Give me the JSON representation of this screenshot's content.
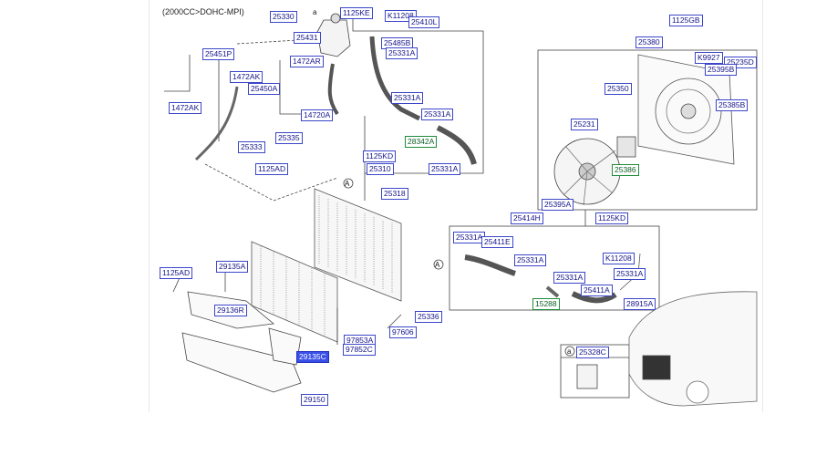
{
  "diagram": {
    "title": "(2000CC>DOHC-MPI)",
    "callout_letter": "A",
    "parts": [
      {
        "id": "p_25330",
        "text": "25330"
      },
      {
        "id": "p_1125KE",
        "text": "1125KE"
      },
      {
        "id": "p_K11208_top",
        "text": "K11208"
      },
      {
        "id": "p_25410L",
        "text": "25410L"
      },
      {
        "id": "p_25431",
        "text": "25431"
      },
      {
        "id": "p_25485B",
        "text": "25485B"
      },
      {
        "id": "p_25331A_1",
        "text": "25331A"
      },
      {
        "id": "p_25451P",
        "text": "25451P"
      },
      {
        "id": "p_1472AK_1",
        "text": "1472AK"
      },
      {
        "id": "p_1472AR",
        "text": "1472AR"
      },
      {
        "id": "p_25450A",
        "text": "25450A"
      },
      {
        "id": "p_1472AK_2",
        "text": "1472AK"
      },
      {
        "id": "p_14720A",
        "text": "14720A"
      },
      {
        "id": "p_25331A_2",
        "text": "25331A"
      },
      {
        "id": "p_25331A_3",
        "text": "25331A"
      },
      {
        "id": "p_28342A",
        "text": "28342A"
      },
      {
        "id": "p_25335",
        "text": "25335"
      },
      {
        "id": "p_25333",
        "text": "25333"
      },
      {
        "id": "p_1125KD_1",
        "text": "1125KD"
      },
      {
        "id": "p_25310",
        "text": "25310"
      },
      {
        "id": "p_25331A_4",
        "text": "25331A"
      },
      {
        "id": "p_1125AD_1",
        "text": "1125AD"
      },
      {
        "id": "p_25318",
        "text": "25318"
      },
      {
        "id": "p_1125GB",
        "text": "1125GB"
      },
      {
        "id": "p_25380",
        "text": "25380"
      },
      {
        "id": "p_K9927",
        "text": "K9927"
      },
      {
        "id": "p_25235D",
        "text": "25235D"
      },
      {
        "id": "p_25395B",
        "text": "25395B"
      },
      {
        "id": "p_25350",
        "text": "25350"
      },
      {
        "id": "p_25385B",
        "text": "25385B"
      },
      {
        "id": "p_25231",
        "text": "25231"
      },
      {
        "id": "p_25386",
        "text": "25386"
      },
      {
        "id": "p_25395A",
        "text": "25395A"
      },
      {
        "id": "p_25414H",
        "text": "25414H"
      },
      {
        "id": "p_1125KD_2",
        "text": "1125KD"
      },
      {
        "id": "p_25331A_5",
        "text": "25331A"
      },
      {
        "id": "p_25411E",
        "text": "25411E"
      },
      {
        "id": "p_25331A_6",
        "text": "25331A"
      },
      {
        "id": "p_K11208_right",
        "text": "K11208"
      },
      {
        "id": "p_25331A_7",
        "text": "25331A"
      },
      {
        "id": "p_25331A_8",
        "text": "25331A"
      },
      {
        "id": "p_15288",
        "text": "15288"
      },
      {
        "id": "p_25411A",
        "text": "25411A"
      },
      {
        "id": "p_28915A",
        "text": "28915A"
      },
      {
        "id": "p_1125AD_2",
        "text": "1125AD"
      },
      {
        "id": "p_29135A",
        "text": "29135A"
      },
      {
        "id": "p_29136R",
        "text": "29136R"
      },
      {
        "id": "p_25336",
        "text": "25336"
      },
      {
        "id": "p_97606",
        "text": "97606"
      },
      {
        "id": "p_97853A",
        "text": "97853A"
      },
      {
        "id": "p_97852C",
        "text": "97852C"
      },
      {
        "id": "p_29135C",
        "text": "29135C"
      },
      {
        "id": "p_29150",
        "text": "29150"
      },
      {
        "id": "p_25328C",
        "text": "25328C"
      }
    ],
    "inset_label": "a",
    "colors": {
      "label_border": "#3b46c8",
      "label_text": "#14148c",
      "green_border": "#1e8c3a",
      "selected_bg": "#3a50e8",
      "line": "#444444"
    }
  }
}
